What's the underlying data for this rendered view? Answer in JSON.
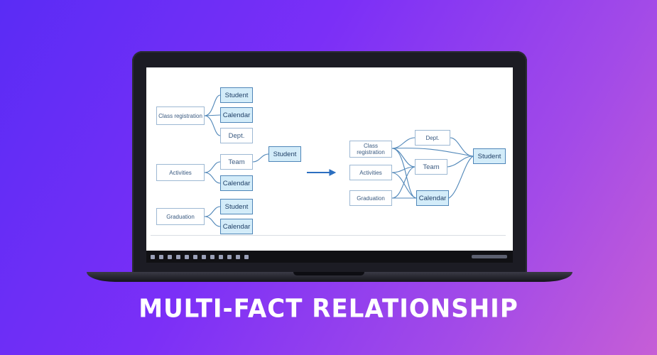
{
  "page": {
    "title": "MULTI-FACT RELATIONSHIP"
  },
  "colors": {
    "accent_line": "#4f86b8",
    "fact_fill": "#d3ecf9",
    "arrow": "#2c6fc0"
  },
  "diagram": {
    "left": {
      "class_registration": "Class registration",
      "class_student": "Student",
      "class_calendar": "Calendar",
      "class_dept": "Dept.",
      "activities": "Activities",
      "act_team": "Team",
      "act_calendar": "Calendar",
      "team_student": "Student",
      "graduation": "Graduation",
      "grad_student": "Student",
      "grad_calendar": "Calendar"
    },
    "right": {
      "class_registration": "Class registration",
      "activities": "Activities",
      "graduation": "Graduation",
      "dept": "Dept.",
      "team": "Team",
      "calendar": "Calendar",
      "student": "Student"
    },
    "arrow_icon": "right-arrow-icon"
  }
}
